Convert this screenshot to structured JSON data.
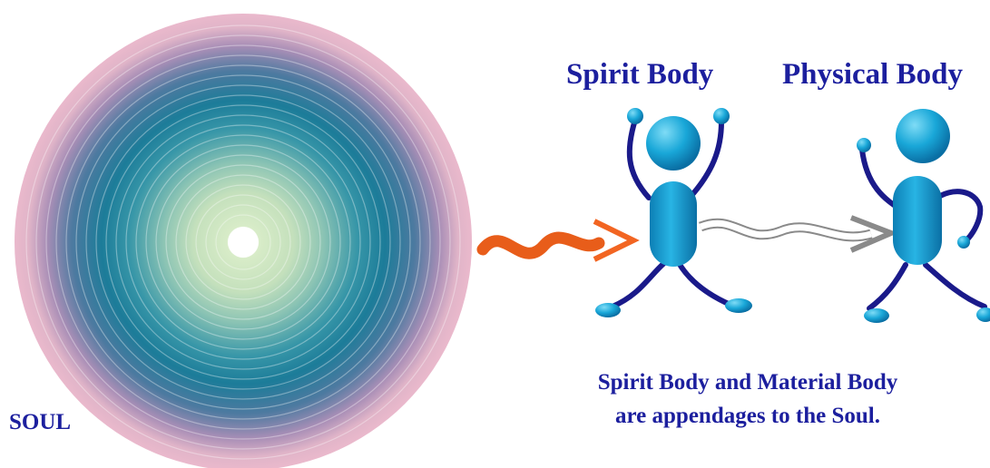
{
  "soul": {
    "label": "SOUL"
  },
  "spirit_body": {
    "title": "Spirit Body"
  },
  "physical_body": {
    "title": "Physical Body"
  },
  "caption": {
    "line1": "Spirit Body and Material Body",
    "line2": "are appendages to the Soul."
  },
  "colors": {
    "text": "#1c1f9e",
    "ring_outer": "#e8b8cc",
    "ring_mid": "#1a8aa6",
    "ring_inner": "#d4e8c4",
    "figure_body": "#1aa7d6",
    "figure_limb": "#1a1a8a",
    "arrow_in": "#f26522"
  },
  "icons": [
    "soul-rings",
    "spirit-figure-icon",
    "physical-figure-icon",
    "wave-arrow-icon"
  ]
}
